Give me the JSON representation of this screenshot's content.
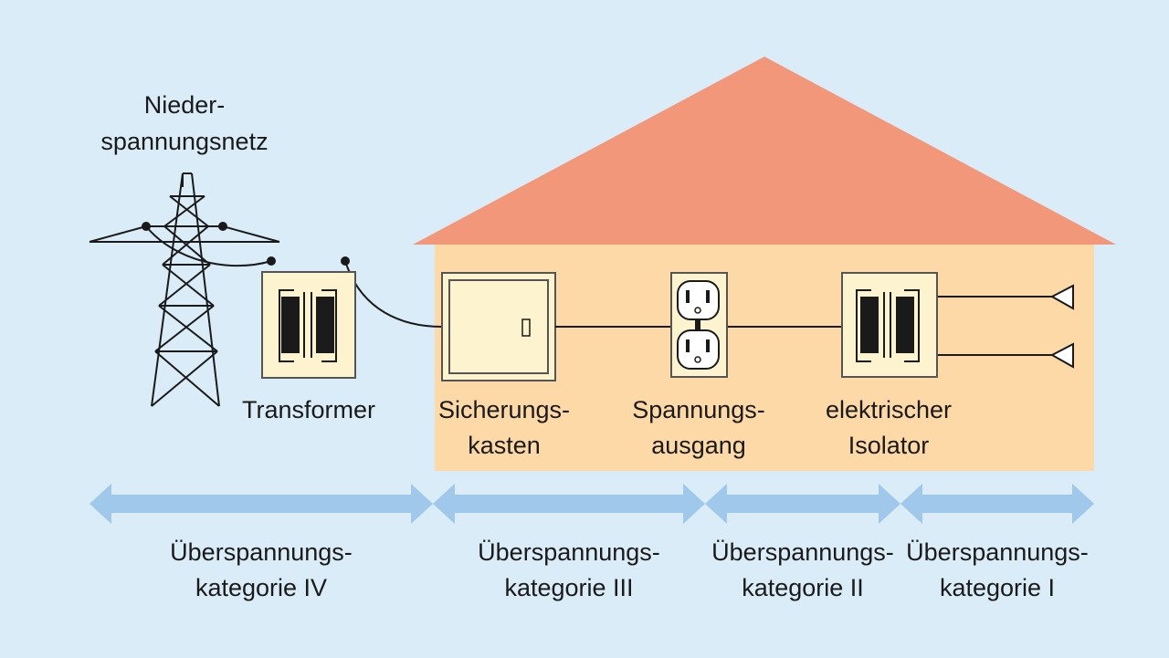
{
  "colors": {
    "background": "#d9ecf7",
    "roof": "#f2977a",
    "house_wall": "#fdd9a8",
    "component_box": "#fdf3cf",
    "arrow": "#9fc8ea",
    "line": "#1a1a1a"
  },
  "labels": {
    "grid_line1": "Nieder-",
    "grid_line2": "spannungsnetz",
    "transformer": "Transformer",
    "fusebox_line1": "Sicherungs-",
    "fusebox_line2": "kasten",
    "outlet_line1": "Spannungs-",
    "outlet_line2": "ausgang",
    "isolator_line1": "elektrischer",
    "isolator_line2": "Isolator"
  },
  "categories": [
    {
      "line1": "Überspannungs-",
      "line2": "kategorie IV"
    },
    {
      "line1": "Überspannungs-",
      "line2": "kategorie III"
    },
    {
      "line1": "Überspannungs-",
      "line2": "kategorie II"
    },
    {
      "line1": "Überspannungs-",
      "line2": "kategorie I"
    }
  ],
  "icons": [
    "power-pylon-icon",
    "transformer-icon",
    "fuse-box-icon",
    "power-outlet-icon",
    "isolator-transformer-icon",
    "load-terminal-icon"
  ]
}
